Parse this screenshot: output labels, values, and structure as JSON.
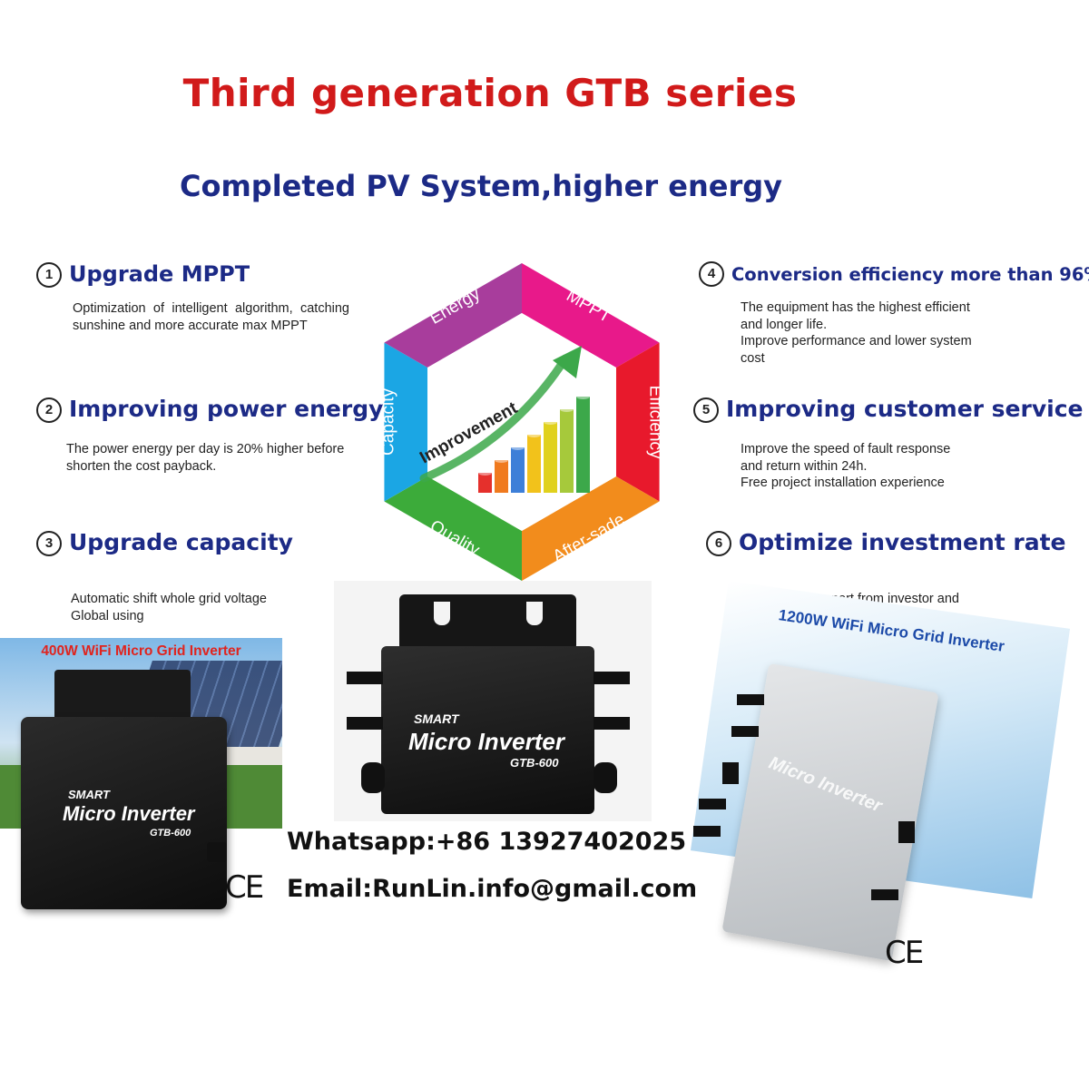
{
  "header": {
    "title": "Third generation GTB series",
    "subtitle": "Completed PV System,higher energy"
  },
  "features": [
    {
      "num": "1",
      "title": "Upgrade MPPT",
      "desc": [
        "Optimization of intelligent algorithm, catching sunshine and more accurate max MPPT"
      ]
    },
    {
      "num": "2",
      "title": "Improving power energy",
      "desc": [
        "The power energy per day is 20% higher before",
        "shorten the cost payback."
      ]
    },
    {
      "num": "3",
      "title": "Upgrade capacity",
      "desc": [
        "Automatic shift whole grid voltage",
        "Global using"
      ]
    },
    {
      "num": "4",
      "title": "Conversion efficiency more than 96%",
      "desc": [
        "The equipment has the highest efficient",
        "and longer life.",
        "Improve performance and lower system",
        "cost"
      ]
    },
    {
      "num": "5",
      "title": "Improving customer service",
      "desc": [
        "Improve the speed of fault response",
        "and return within 24h.",
        "Free project installation experience"
      ]
    },
    {
      "num": "6",
      "title": "Optimize investment rate",
      "desc": [
        "Easy to get support from investor and"
      ]
    }
  ],
  "hexagon": {
    "segments": [
      {
        "label": "MPPT",
        "color": "#e8198a"
      },
      {
        "label": "Efficiency",
        "color": "#e8192c"
      },
      {
        "label": "After-sade",
        "color": "#f28c1c"
      },
      {
        "label": "Quality",
        "color": "#3cab3a"
      },
      {
        "label": "Capacity",
        "color": "#1ba6e4"
      },
      {
        "label": "Energy",
        "color": "#a83d9c"
      }
    ],
    "center_label": "Improvement",
    "bar_colors": [
      "#e5302c",
      "#f07a1e",
      "#3d7fd8",
      "#f2c21b",
      "#e0d11d",
      "#a6c93b",
      "#3ca84a"
    ]
  },
  "products": {
    "left": {
      "banner": "400W WiFi Micro Grid Inverter",
      "brand": "SMART",
      "name": "Micro Inverter",
      "model": "GTB-600"
    },
    "center": {
      "brand": "SMART",
      "name": "Micro Inverter",
      "model": "GTB-600"
    },
    "right": {
      "banner": "1200W WiFi Micro Grid Inverter",
      "name": "Micro Inverter"
    }
  },
  "contact": {
    "whatsapp": "Whatsapp:+86 13927402025",
    "email": "Email:RunLin.info@gmail.com"
  },
  "certification": {
    "ce_left": "CE",
    "ce_right": "CE"
  }
}
